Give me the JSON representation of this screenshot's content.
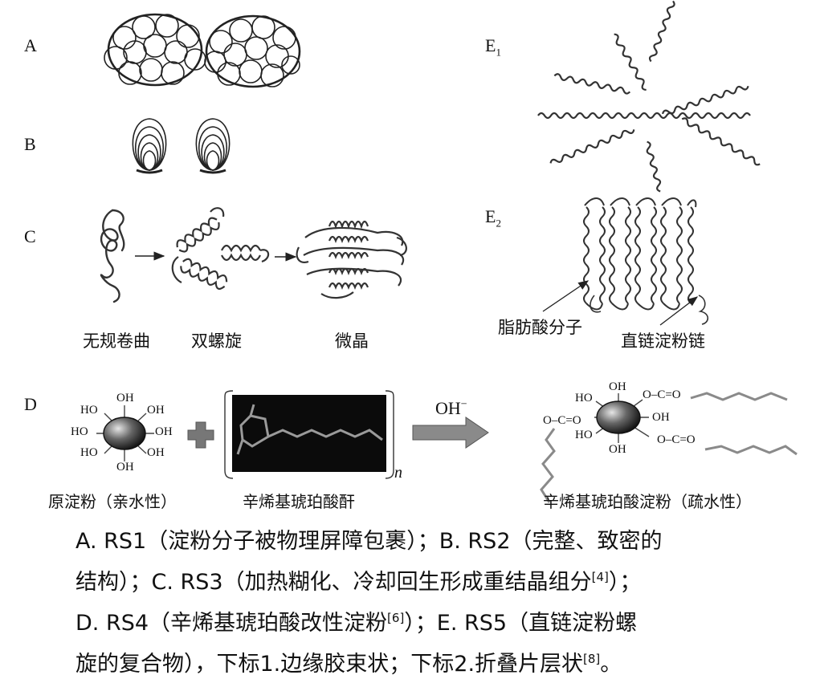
{
  "panels": {
    "a": {
      "label": "A"
    },
    "b": {
      "label": "B"
    },
    "c": {
      "label": "C",
      "steps": [
        "无规卷曲",
        "双螺旋",
        "微晶"
      ]
    },
    "d": {
      "label": "D",
      "oh": "OH",
      "ho": "HO",
      "reagent_sub": "n",
      "condition_base": "OH",
      "condition_sup": "−",
      "captions": [
        "原淀粉（亲水性）",
        "辛烯基琥珀酸酐",
        "辛烯基琥珀酸淀粉（疏水性）"
      ],
      "ester": "O–C=O"
    },
    "e1": {
      "label": "E",
      "sub": "1"
    },
    "e2": {
      "label": "E",
      "sub": "2",
      "annotations": [
        "脂肪酸分子",
        "直链淀粉链"
      ]
    }
  },
  "caption": {
    "line1_a": "A. RS1（淀粉分子被物理屏障包裹）；B. RS2（完整、致密的",
    "line2_a": "结构）；C. RS3（加热糊化、冷却回生形成重结晶组分",
    "line2_ref": "[4]",
    "line2_b": "）；",
    "line3_a": "D. RS4（辛烯基琥珀酸改性淀粉",
    "line3_ref": "[6]",
    "line3_b": "）；E. RS5（直链淀粉螺",
    "line4_a": "旋的复合物），下标1.边缘胶束状；下标2.折叠片层状",
    "line4_ref": "[8]",
    "line4_b": "。"
  }
}
